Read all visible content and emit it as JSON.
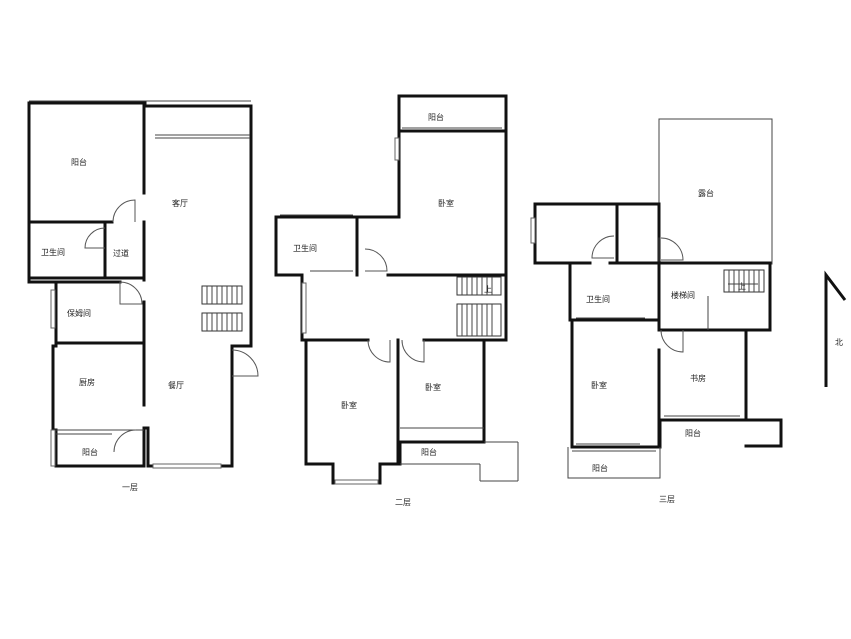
{
  "floors": {
    "f1": {
      "label": "一层",
      "rooms": {
        "balcony_top": "阳台",
        "living": "客厅",
        "bath": "卫生间",
        "corridor": "过道",
        "nanny": "保姆间",
        "kitchen": "厨房",
        "dining": "餐厅",
        "balcony_bottom": "阳台"
      }
    },
    "f2": {
      "label": "二层",
      "rooms": {
        "balcony_top": "阳台",
        "master_bed": "卧室",
        "bath": "卫生间",
        "bed_left": "卧室",
        "bed_right": "卧室",
        "balcony_bottom": "阳台"
      }
    },
    "f3": {
      "label": "三层",
      "rooms": {
        "terrace": "露台",
        "bath": "卫生间",
        "stairwell": "楼梯间",
        "bed": "卧室",
        "study": "书房",
        "balcony_right": "阳台",
        "balcony_bottom": "阳台"
      }
    }
  },
  "stair_mark": "上",
  "compass": {
    "north_label": "北"
  }
}
